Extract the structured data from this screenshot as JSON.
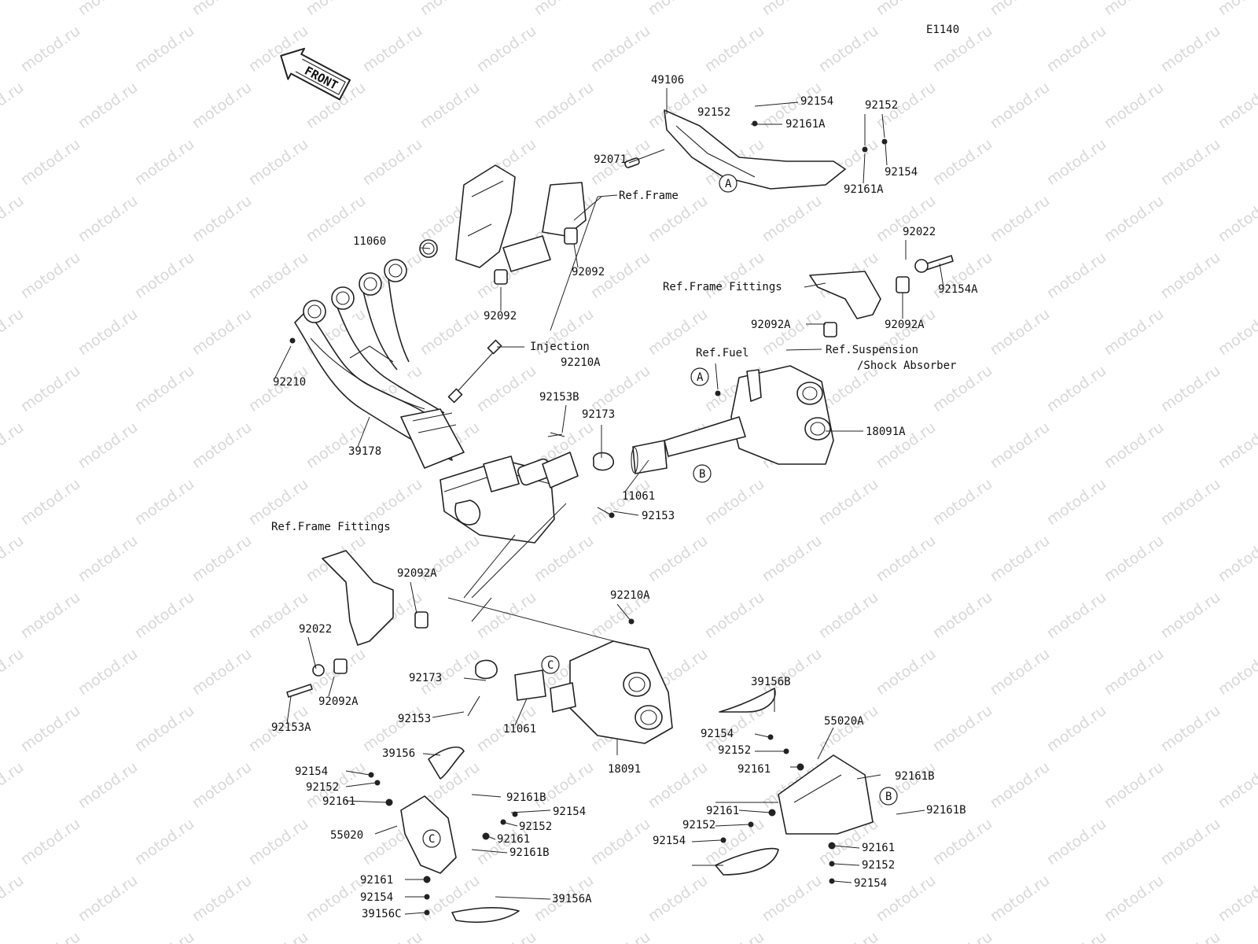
{
  "diagram": {
    "code": "E1140",
    "front_label": "FRONT",
    "watermark": "motod.ru",
    "part_labels": [
      "49106",
      "92152",
      "92154",
      "92161A",
      "92152",
      "92071",
      "92161A",
      "92154",
      "Ref.Frame",
      "11060",
      "92092",
      "92092",
      "92022",
      "92154A",
      "Ref.Frame Fittings",
      "92092A",
      "92092A",
      "Ref.Suspension",
      "/Shock Absorber",
      "92210",
      "Ref.Fuel",
      "Injection",
      "92210A",
      "92153B",
      "92173",
      "18091A",
      "39178",
      "11061",
      "92153",
      "Ref.Frame Fittings",
      "92092A",
      "92210A",
      "92022",
      "92173",
      "92092A",
      "92153A",
      "92153",
      "11061",
      "18091",
      "39156B",
      "92154",
      "55020A",
      "92152",
      "92161",
      "92161B",
      "39156",
      "92154",
      "92152",
      "92161",
      "92161B",
      "92154",
      "92152",
      "92161",
      "92161B",
      "55020",
      "92161",
      "92161B",
      "92152",
      "92154",
      "92161",
      "92161",
      "92152",
      "92154",
      "39156A",
      "92154",
      "39156C"
    ],
    "callouts": [
      "A",
      "A",
      "B",
      "B",
      "C",
      "C"
    ]
  }
}
